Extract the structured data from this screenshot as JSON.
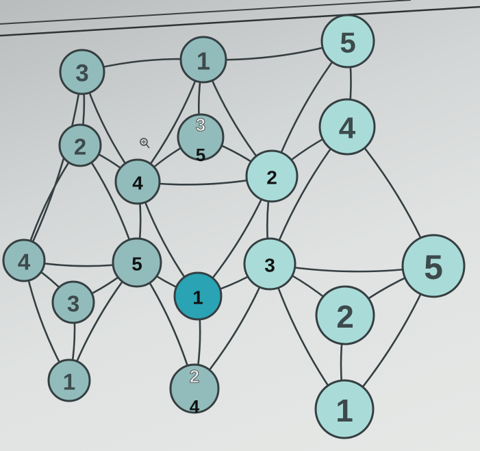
{
  "colors": {
    "edge": "#353f42",
    "node_left": "#92bcbb",
    "node_right": "#a9dcd8",
    "node_highlight": "#2aa3b5",
    "digit": "#3d4a4c",
    "digit_dark": "#111111",
    "digit_white": "#f4f4f4"
  },
  "graph": {
    "nodes": [
      {
        "id": "A",
        "label": "3"
      },
      {
        "id": "B",
        "label": "1"
      },
      {
        "id": "C",
        "label": "5"
      },
      {
        "id": "D",
        "label": "2"
      },
      {
        "id": "E",
        "label": "3",
        "sublabel": "5",
        "state": "edited"
      },
      {
        "id": "F",
        "label": "4",
        "state": "edited"
      },
      {
        "id": "G",
        "label": "2",
        "state": "edited"
      },
      {
        "id": "H",
        "label": "4"
      },
      {
        "id": "I",
        "label": "4"
      },
      {
        "id": "J",
        "label": "5",
        "state": "edited"
      },
      {
        "id": "K",
        "label": "1",
        "state": "selected"
      },
      {
        "id": "L",
        "label": "3",
        "state": "edited"
      },
      {
        "id": "M",
        "label": "5"
      },
      {
        "id": "N",
        "label": "3"
      },
      {
        "id": "O",
        "label": "2"
      },
      {
        "id": "P",
        "label": "1"
      },
      {
        "id": "Q",
        "label": "2",
        "sublabel": "4",
        "state": "edited"
      },
      {
        "id": "R",
        "label": "1"
      }
    ],
    "edges": [
      [
        "A",
        "B"
      ],
      [
        "B",
        "C"
      ],
      [
        "A",
        "D"
      ],
      [
        "A",
        "F"
      ],
      [
        "A",
        "I"
      ],
      [
        "B",
        "E"
      ],
      [
        "B",
        "F"
      ],
      [
        "B",
        "G"
      ],
      [
        "C",
        "H"
      ],
      [
        "C",
        "G"
      ],
      [
        "D",
        "F"
      ],
      [
        "D",
        "I"
      ],
      [
        "D",
        "J"
      ],
      [
        "E",
        "F"
      ],
      [
        "E",
        "G"
      ],
      [
        "F",
        "G"
      ],
      [
        "F",
        "J"
      ],
      [
        "F",
        "K"
      ],
      [
        "G",
        "H"
      ],
      [
        "G",
        "L"
      ],
      [
        "G",
        "K"
      ],
      [
        "H",
        "L"
      ],
      [
        "H",
        "M"
      ],
      [
        "I",
        "J"
      ],
      [
        "I",
        "N"
      ],
      [
        "I",
        "P"
      ],
      [
        "J",
        "N"
      ],
      [
        "J",
        "K"
      ],
      [
        "J",
        "Q"
      ],
      [
        "K",
        "L"
      ],
      [
        "K",
        "Q"
      ],
      [
        "L",
        "M"
      ],
      [
        "L",
        "O"
      ],
      [
        "L",
        "R"
      ],
      [
        "L",
        "Q"
      ],
      [
        "M",
        "O"
      ],
      [
        "M",
        "R"
      ],
      [
        "O",
        "R"
      ],
      [
        "N",
        "P"
      ],
      [
        "J",
        "P"
      ]
    ]
  }
}
